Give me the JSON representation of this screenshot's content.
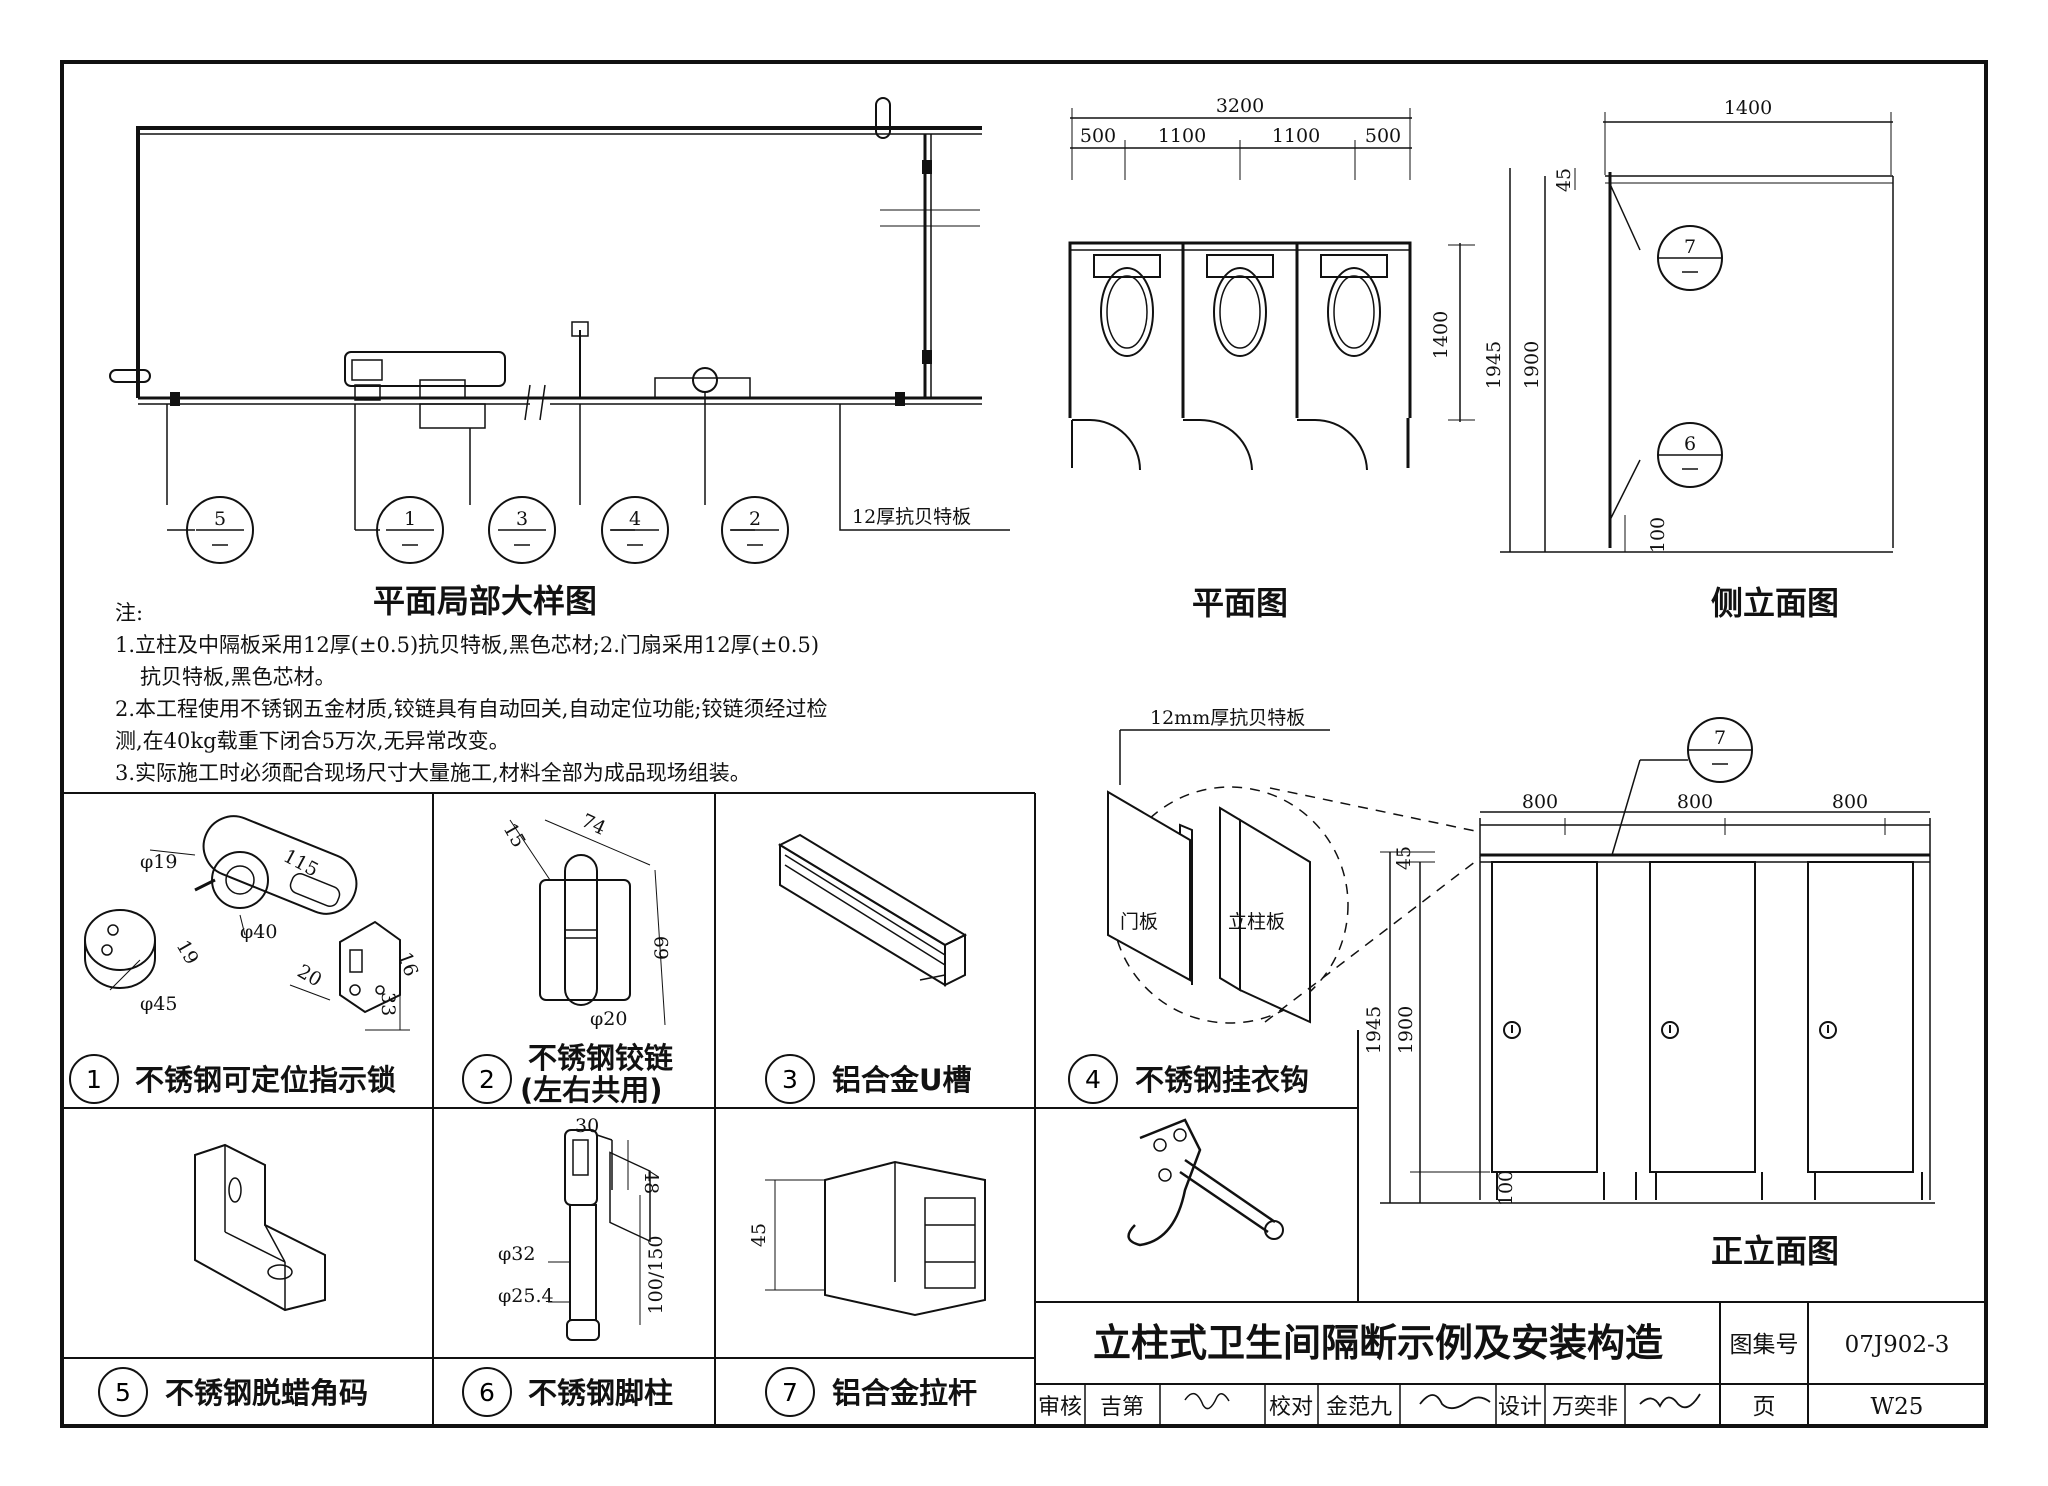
{
  "plan_detail": {
    "title": "平面局部大样图",
    "panel_label": "12厚抗贝特板",
    "markers": [
      "5",
      "1",
      "3",
      "4",
      "2"
    ]
  },
  "plan_view": {
    "title": "平面图",
    "overall_width": "3200",
    "segments": [
      "500",
      "1100",
      "1100",
      "500"
    ],
    "depth": "1400"
  },
  "side_elevation": {
    "title": "侧立面图",
    "width": "1400",
    "dims": [
      "45",
      "1945",
      "1900",
      "100"
    ],
    "markers": [
      "7",
      "6"
    ]
  },
  "front_elevation": {
    "title": "正立面图",
    "segments": [
      "800",
      "800",
      "800"
    ],
    "dims": [
      "45",
      "1945",
      "1900",
      "100"
    ],
    "marker": "7"
  },
  "section_detail": {
    "label_top": "12mm厚抗贝特板",
    "door_label": "门板",
    "post_label": "立柱板"
  },
  "notes": {
    "heading": "注:",
    "lines": [
      "1.立柱及中隔板采用12厚(±0.5)抗贝特板,黑色芯材;2.门扇采用12厚(±0.5)",
      "抗贝特板,黑色芯材。",
      "2.本工程使用不锈钢五金材质,铰链具有自动回关,自动定位功能;铰链须经过检",
      "测,在40kg载重下闭合5万次,无异常改变。",
      "3.实际施工时必须配合现场尺寸大量施工,材料全部为成品现场组装。"
    ]
  },
  "hardware": [
    {
      "num": "1",
      "label": "不锈钢可定位指示锁",
      "dims": [
        "φ19",
        "115",
        "φ40",
        "19",
        "20",
        "33",
        "16",
        "φ45"
      ]
    },
    {
      "num": "2",
      "label": "不锈钢铰链",
      "label2": "(左右共用)",
      "dims": [
        "15",
        "74",
        "69",
        "φ20"
      ]
    },
    {
      "num": "3",
      "label": "铝合金U槽"
    },
    {
      "num": "4",
      "label": "不锈钢挂衣钩"
    },
    {
      "num": "5",
      "label": "不锈钢脱蜡角码"
    },
    {
      "num": "6",
      "label": "不锈钢脚柱",
      "dims": [
        "30",
        "48",
        "φ32",
        "100/150",
        "φ25.4"
      ]
    },
    {
      "num": "7",
      "label": "铝合金拉杆",
      "dims": [
        "45"
      ]
    }
  ],
  "title_block": {
    "title": "立柱式卫生间隔断示例及安装构造",
    "atlas_label": "图集号",
    "atlas_no": "07J902-3",
    "review_label": "审核",
    "review_name": "吉第",
    "check_label": "校对",
    "check_name": "金范九",
    "design_label": "设计",
    "design_name": "万奕非",
    "page_label": "页",
    "page_no": "W25"
  }
}
